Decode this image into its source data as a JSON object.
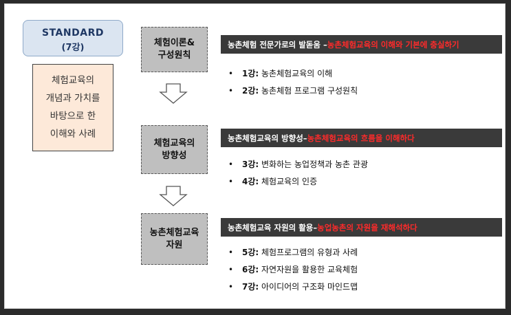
{
  "standard": {
    "title": "STANDARD",
    "sessions": "(7강)"
  },
  "description": [
    "체험교육의",
    "개념과 가치를",
    "바탕으로 한",
    "이해와 사례"
  ],
  "steps": [
    {
      "label_lines": [
        "체험이론&",
        "구성원칙"
      ],
      "bar_main": "농촌체험 전문가로의 발돋움 – ",
      "bar_highlight": "농촌체험교육의 이해와 기본에 충실하기",
      "items": [
        {
          "num": "1강:",
          "text": " 농촌체험교육의 이해"
        },
        {
          "num": "2강:",
          "text": " 농촌체험 프로그램 구성원칙"
        }
      ]
    },
    {
      "label_lines": [
        "체험교육의",
        "방향성"
      ],
      "bar_main": "농촌체험교육의 방향성– ",
      "bar_highlight": "농촌체험교육의 흐름을 이해하다",
      "items": [
        {
          "num": "3강:",
          "text": " 변화하는 농업정책과 농촌 관광"
        },
        {
          "num": "4강:",
          "text": " 체험교육의 인증"
        }
      ]
    },
    {
      "label_lines": [
        "농촌체험교육",
        "자원"
      ],
      "bar_main": "농촌체험교육 자원의 활용– ",
      "bar_highlight": "농업농촌의 자원을 재해석하다",
      "items": [
        {
          "num": "5강:",
          "text": " 체험프로그램의 유형과 사례"
        },
        {
          "num": "6강:",
          "text": " 자연자원을 활용한 교육체험"
        },
        {
          "num": "7강:",
          "text": " 아이디어의 구조화 마인드맵"
        }
      ]
    }
  ],
  "bullet_symbol": "•"
}
